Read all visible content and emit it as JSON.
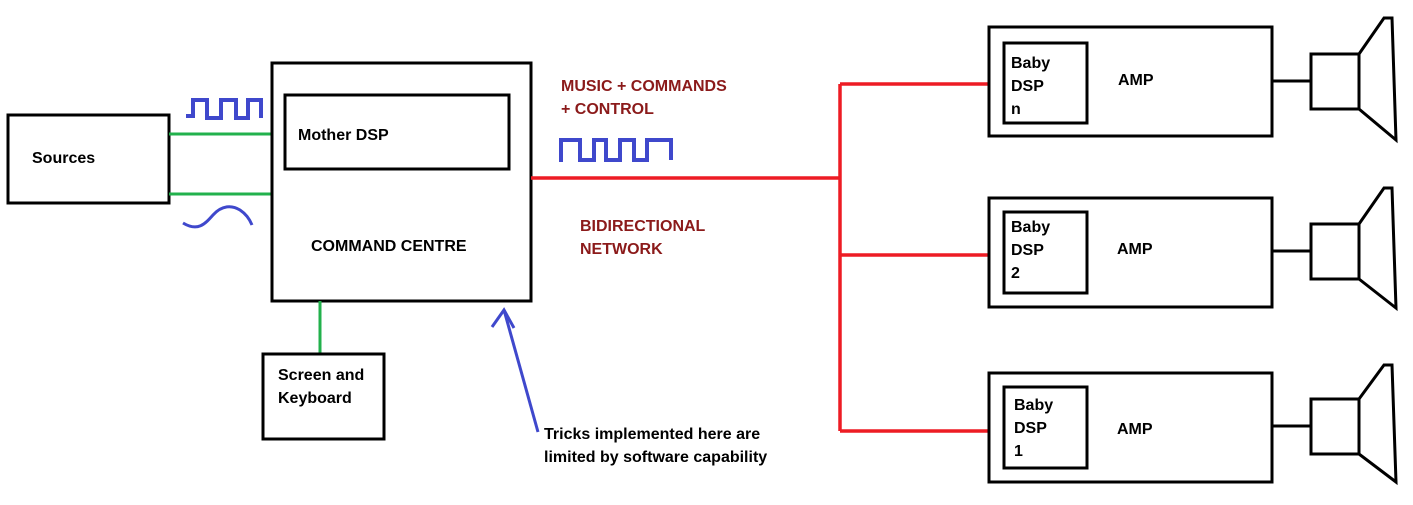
{
  "sources": {
    "label": "Sources"
  },
  "command_centre": {
    "title": "COMMAND CENTRE",
    "inner_label": "Mother DSP"
  },
  "screen": {
    "line1": "Screen and",
    "line2": "Keyboard"
  },
  "network": {
    "label_line1": "MUSIC + COMMANDS",
    "label_line2": "+ CONTROL",
    "bidi_line1": "BIDIRECTIONAL",
    "bidi_line2": "NETWORK"
  },
  "annotation": {
    "line1": "Tricks implemented here are",
    "line2": "limited by software capability"
  },
  "amps": [
    {
      "dsp_line1": "Baby",
      "dsp_line2": "DSP",
      "dsp_line3": "n",
      "amp_label": "AMP"
    },
    {
      "dsp_line1": "Baby",
      "dsp_line2": "DSP",
      "dsp_line3": "2",
      "amp_label": "AMP"
    },
    {
      "dsp_line1": "Baby",
      "dsp_line2": "DSP",
      "dsp_line3": "1",
      "amp_label": "AMP"
    }
  ],
  "colors": {
    "green": "#22b14c",
    "red": "#ed1c24",
    "blue": "#3f48cc",
    "text_red": "#8b1a1a"
  }
}
